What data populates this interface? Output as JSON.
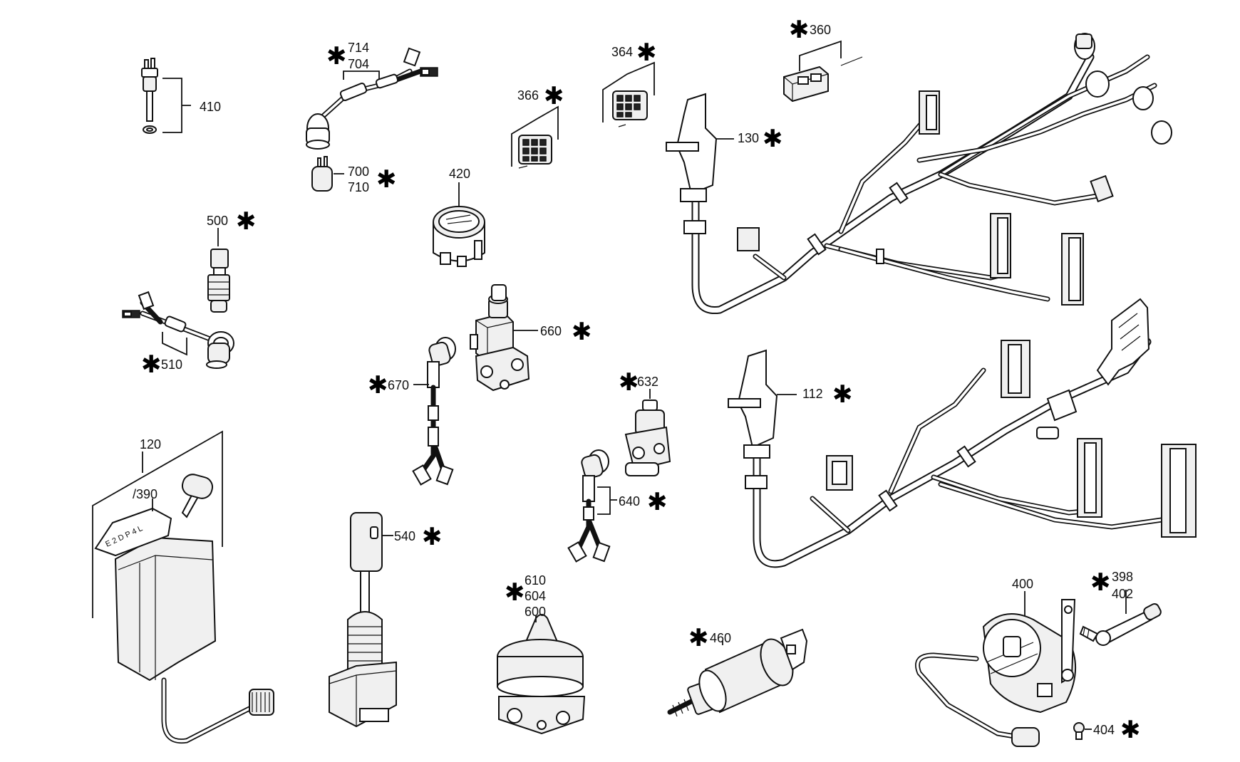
{
  "diagram": {
    "labels": {
      "p410": "410",
      "p714": "714",
      "p704": "704",
      "p700": "700",
      "p710": "710",
      "p366": "366",
      "p364": "364",
      "p360": "360",
      "p130": "130",
      "p420": "420",
      "p500": "500",
      "p510": "510",
      "p660": "660",
      "p670": "670",
      "p632": "632",
      "p112": "112",
      "p640": "640",
      "p120": "120",
      "p390": "/390",
      "p540": "540",
      "p610": "610",
      "p604": "604",
      "p600": "600",
      "p460": "460",
      "p400": "400",
      "p398": "398",
      "p402": "402",
      "p404": "404"
    },
    "asterisk": "✱",
    "dial_marks": "E 2 D P 4 L",
    "icons": [
      "asterisk-icon"
    ]
  }
}
